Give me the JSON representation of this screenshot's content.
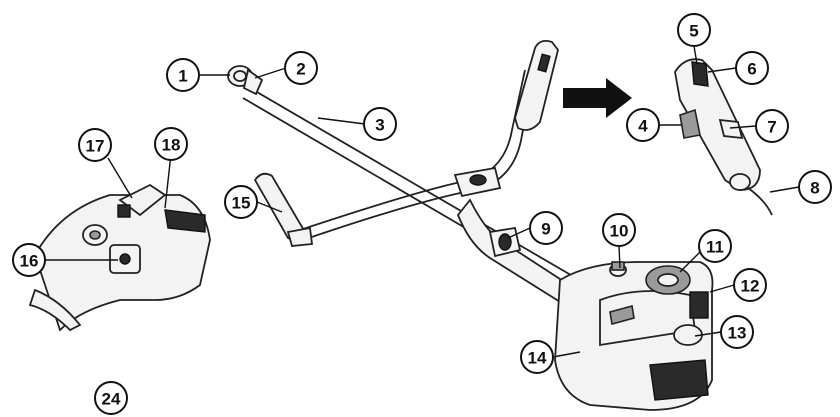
{
  "diagram": {
    "callouts": [
      "1",
      "2",
      "3",
      "4",
      "5",
      "6",
      "7",
      "8",
      "9",
      "10",
      "11",
      "12",
      "13",
      "14",
      "15",
      "16",
      "17",
      "18",
      "24"
    ]
  },
  "colors": {
    "line": "#222222",
    "fill_light": "#f3f3f3",
    "fill_grey": "#9a9a9a",
    "fill_dark": "#2a2a2a",
    "arrow": "#111111"
  }
}
